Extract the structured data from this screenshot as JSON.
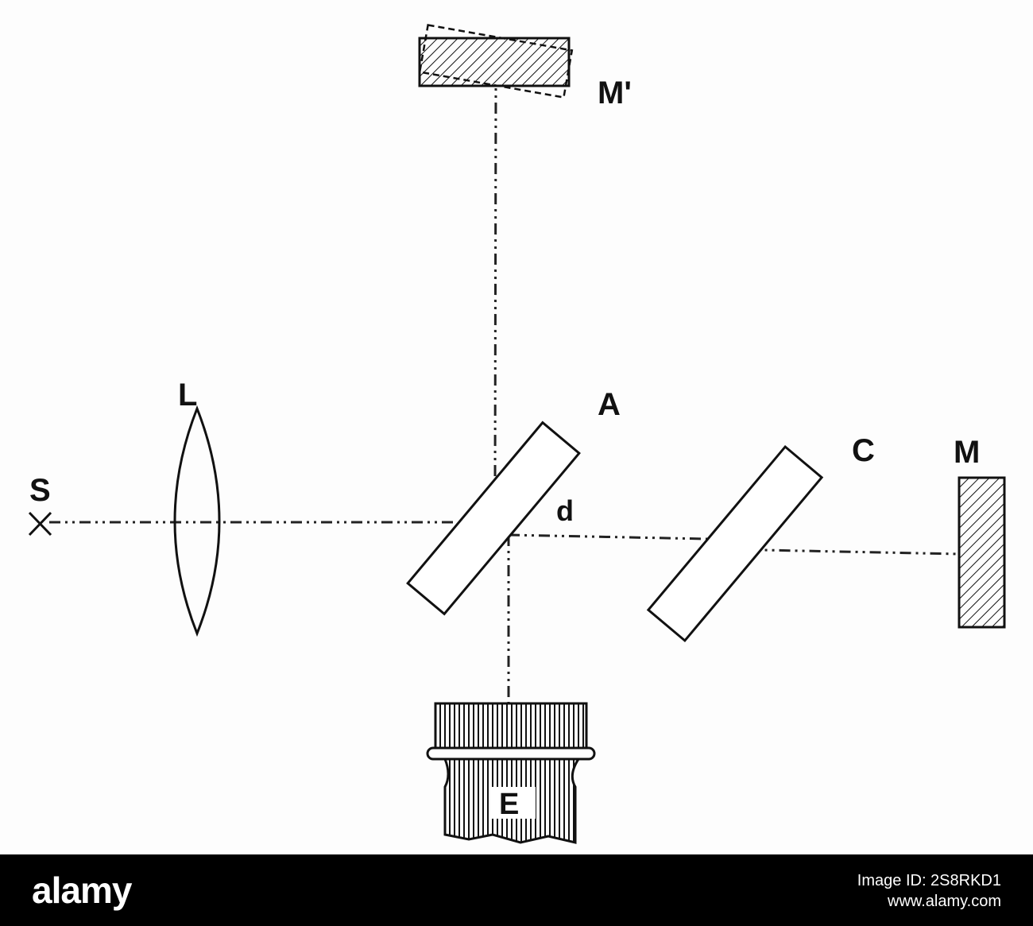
{
  "diagram": {
    "labels": {
      "source": "S",
      "lens": "L",
      "beam_splitter": "A",
      "compensator": "C",
      "mirror": "M",
      "movable_mirror": "M'",
      "eyepiece": "E",
      "distance": "d"
    }
  },
  "footer": {
    "brand": "alamy",
    "image_id": "Image ID: 2S8RKD1",
    "site": "www.alamy.com"
  }
}
